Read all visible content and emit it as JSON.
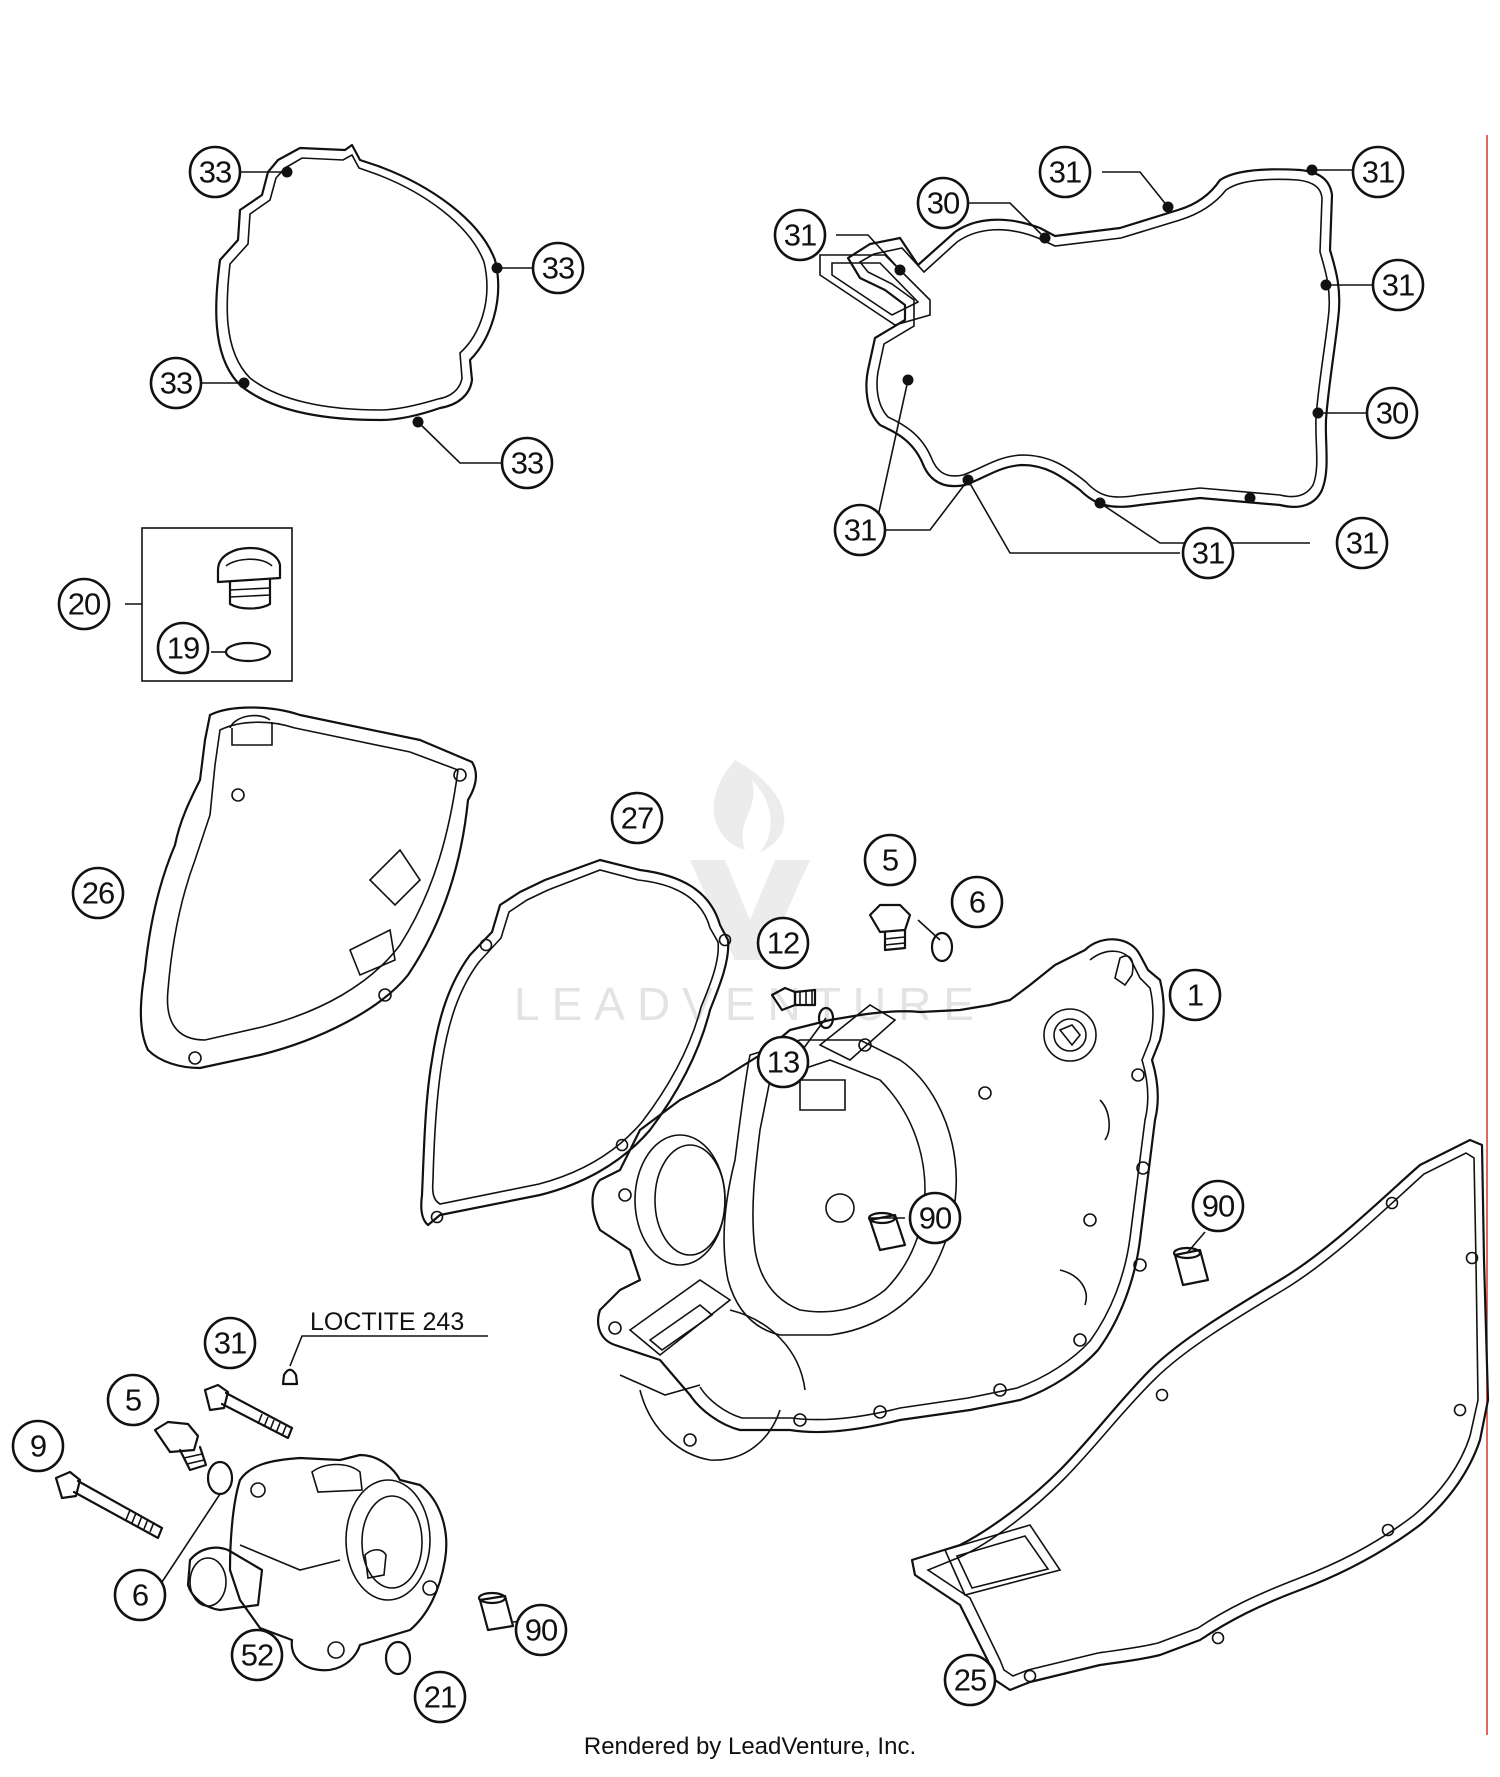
{
  "watermark": {
    "text": "LEADVENTURE"
  },
  "note": {
    "text": "LOCTITE 243"
  },
  "footer": {
    "text": "Rendered by LeadVenture, Inc."
  },
  "colors": {
    "line": "#111111",
    "watermark": "#e3e3e3",
    "margin_rule": "#d9342b"
  },
  "callouts": [
    {
      "id": "c33a",
      "label": "33"
    },
    {
      "id": "c33b",
      "label": "33"
    },
    {
      "id": "c33c",
      "label": "33"
    },
    {
      "id": "c33d",
      "label": "33"
    },
    {
      "id": "c31a",
      "label": "31"
    },
    {
      "id": "c30a",
      "label": "30"
    },
    {
      "id": "c31b",
      "label": "31"
    },
    {
      "id": "c31c",
      "label": "31"
    },
    {
      "id": "c31d",
      "label": "31"
    },
    {
      "id": "c30b",
      "label": "30"
    },
    {
      "id": "c31e",
      "label": "31"
    },
    {
      "id": "c31f",
      "label": "31"
    },
    {
      "id": "c31g",
      "label": "31"
    },
    {
      "id": "c20",
      "label": "20"
    },
    {
      "id": "c19",
      "label": "19"
    },
    {
      "id": "c26",
      "label": "26"
    },
    {
      "id": "c27",
      "label": "27"
    },
    {
      "id": "c5a",
      "label": "5"
    },
    {
      "id": "c6a",
      "label": "6"
    },
    {
      "id": "c12",
      "label": "12"
    },
    {
      "id": "c13",
      "label": "13"
    },
    {
      "id": "c1",
      "label": "1"
    },
    {
      "id": "c90a",
      "label": "90"
    },
    {
      "id": "c90b",
      "label": "90"
    },
    {
      "id": "c31h",
      "label": "31"
    },
    {
      "id": "c5b",
      "label": "5"
    },
    {
      "id": "c9",
      "label": "9"
    },
    {
      "id": "c6b",
      "label": "6"
    },
    {
      "id": "c52",
      "label": "52"
    },
    {
      "id": "c90c",
      "label": "90"
    },
    {
      "id": "c21",
      "label": "21"
    },
    {
      "id": "c25",
      "label": "25"
    }
  ]
}
